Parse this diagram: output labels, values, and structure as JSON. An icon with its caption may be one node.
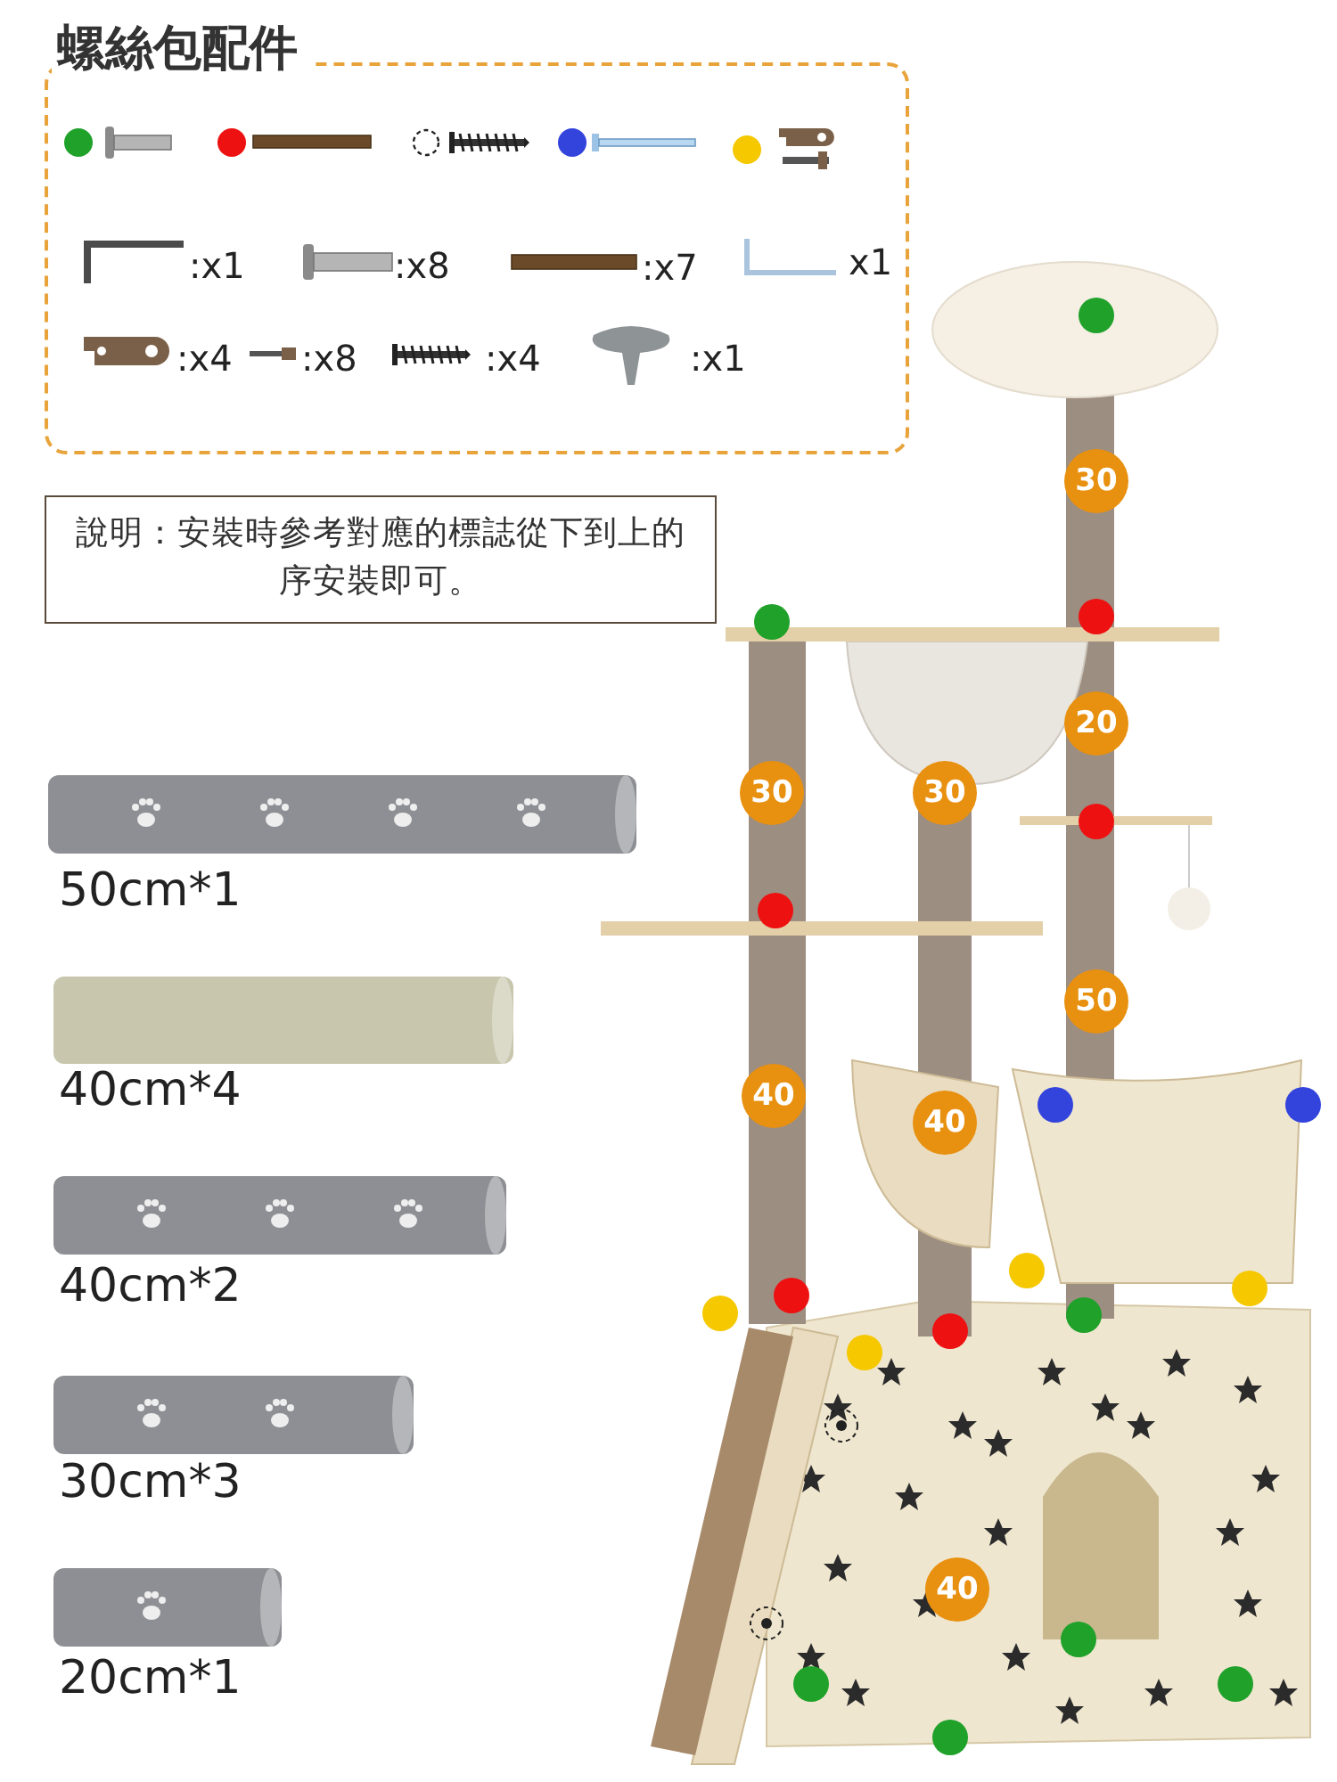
{
  "diagram": {
    "nodes": [
      {
        "text": [
          "螺絲包配件"
        ]
      },
      {
        "text": [
          "說明：安裝時參考對應的標誌從下到上的序安裝即可。"
        ]
      },
      {
        "text": [
          "30"
        ]
      },
      {
        "text": [
          "20"
        ]
      },
      {
        "text": [
          "30"
        ]
      },
      {
        "text": [
          "30"
        ]
      },
      {
        "text": [
          "50"
        ]
      },
      {
        "text": [
          "40"
        ]
      },
      {
        "text": [
          "40"
        ]
      },
      {
        "text": [
          "40"
        ]
      }
    ],
    "edges": [],
    "labels": [
      ":x1",
      ":x8",
      ":x7",
      "x1",
      ":x4",
      ":x8",
      ":x4",
      ":x1",
      "50cm*1",
      "40cm*4",
      "40cm*2",
      "30cm*3",
      "20cm*1"
    ]
  }
}
